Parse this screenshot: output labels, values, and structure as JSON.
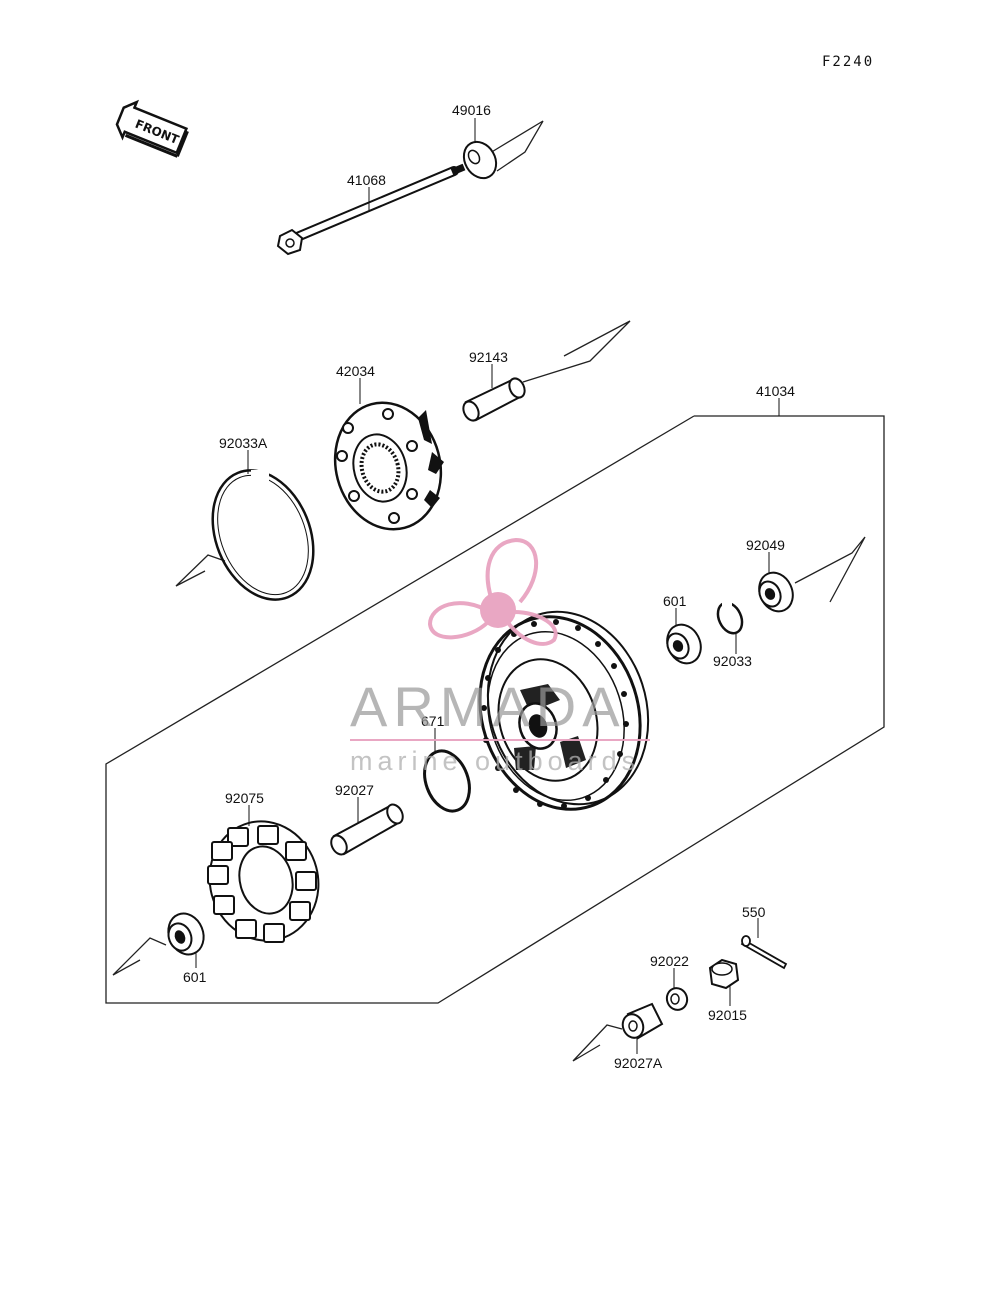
{
  "diagram": {
    "code": "F2240",
    "front_label": "FRONT",
    "parts": {
      "p49016": "49016",
      "p41068": "41068",
      "p42034": "42034",
      "p92143": "92143",
      "p41034": "41034",
      "p92033A": "92033A",
      "p92049": "92049",
      "p601_top": "601",
      "p92033": "92033",
      "p671": "671",
      "p92075": "92075",
      "p92027": "92027",
      "p601_bottom": "601",
      "p550": "550",
      "p92022": "92022",
      "p92015": "92015",
      "p92027A": "92027A"
    }
  },
  "watermark": {
    "brand": "ARMADA",
    "tagline": "marine outboards",
    "color": "#e8a3c0"
  }
}
